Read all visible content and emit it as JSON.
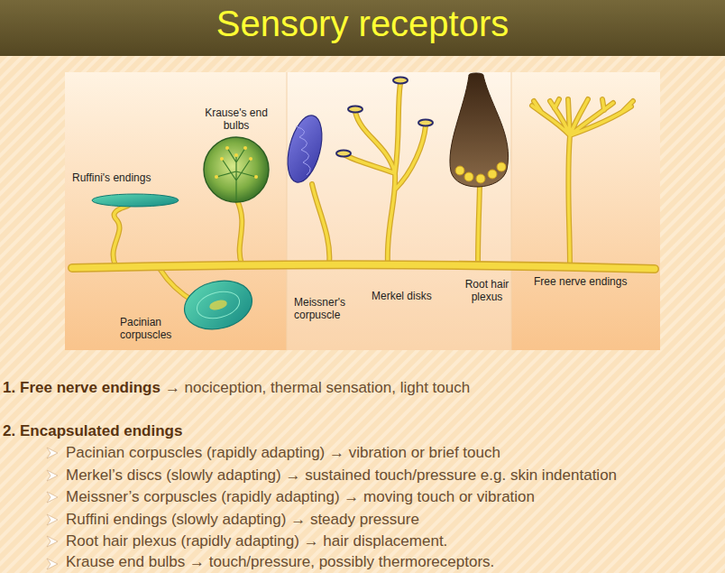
{
  "diagram": {
    "title": "Sensory receptors",
    "labels": [
      "Krause's end bulbs",
      "Ruffini's endings",
      "Pacinian corpuscles",
      "Meissner's corpuscle",
      "Merkel disks",
      "Root hair plexus",
      "Free nerve endings",
      "1.",
      "Free nerve endings",
      "→ nociception, thermal sensation, light touch",
      "2.",
      "Encapsulated endings",
      "Pacinian corpuscles (rapidly adapting) → vibration or brief touch",
      "Merkel’s discs (slowly adapting) → sustained touch/pressure e.g. skin indentation",
      "Meissner’s corpuscles (rapidly adapting) → moving touch or vibration",
      "Ruffini endings (slowly adapting) → steady pressure",
      "Root hair plexus (rapidly adapting) → hair displacement.",
      "Krause end bulbs → touch/pressure, possibly thermoreceptors."
    ]
  }
}
